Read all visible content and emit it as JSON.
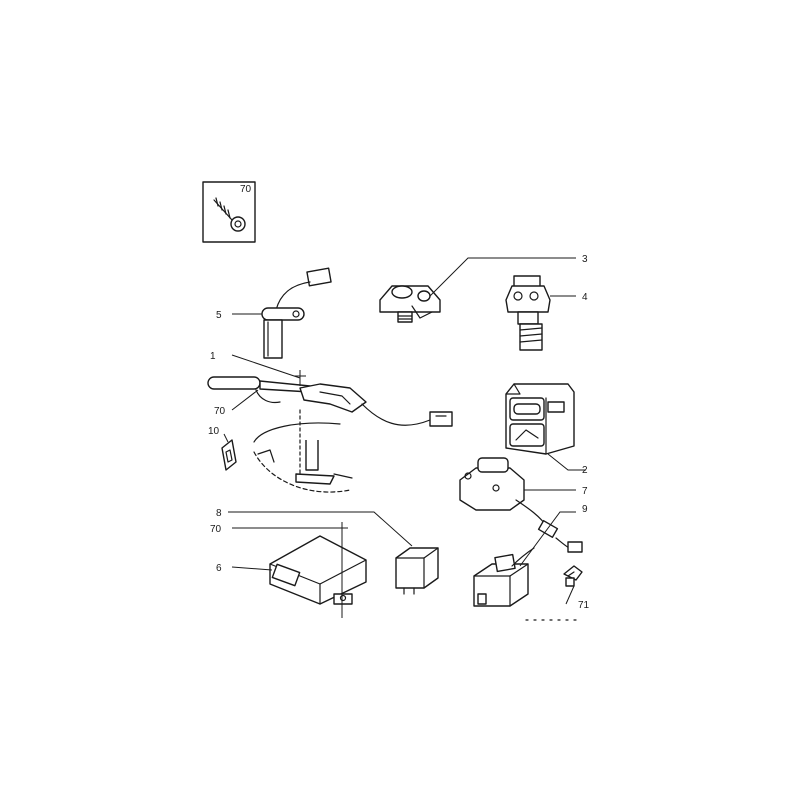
{
  "diagram": {
    "callouts": [
      {
        "id": "c70-inset",
        "text": "70"
      },
      {
        "id": "c3",
        "text": "3"
      },
      {
        "id": "c4",
        "text": "4"
      },
      {
        "id": "c5",
        "text": "5"
      },
      {
        "id": "c70-a",
        "text": "70"
      },
      {
        "id": "c1",
        "text": "1"
      },
      {
        "id": "c10",
        "text": "10"
      },
      {
        "id": "c2",
        "text": "2"
      },
      {
        "id": "c7",
        "text": "7"
      },
      {
        "id": "c8",
        "text": "8"
      },
      {
        "id": "c9",
        "text": "9"
      },
      {
        "id": "c70-b",
        "text": "70"
      },
      {
        "id": "c6",
        "text": "6"
      },
      {
        "id": "c71",
        "text": "71"
      }
    ],
    "parts": [
      {
        "name": "screw-icon"
      },
      {
        "name": "crank-sensor-icon"
      },
      {
        "name": "speed-sensor-icon"
      },
      {
        "name": "speedometer-drive-icon"
      },
      {
        "name": "stalk-switch-icon"
      },
      {
        "name": "grommet-icon"
      },
      {
        "name": "window-switch-icon"
      },
      {
        "name": "inertia-switch-icon"
      },
      {
        "name": "relay-icon"
      },
      {
        "name": "relay-with-lead-icon"
      },
      {
        "name": "ecu-module-icon"
      },
      {
        "name": "clip-icon"
      }
    ]
  }
}
